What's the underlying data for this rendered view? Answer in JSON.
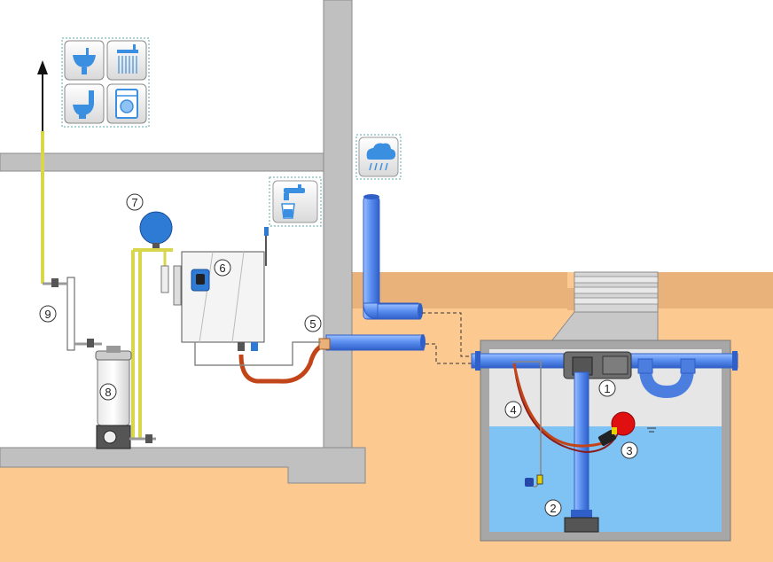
{
  "diagram": {
    "component_labels": [
      {
        "id": "reservoir-inlet-filter",
        "text": "1"
      },
      {
        "id": "suction-pipe",
        "text": "2"
      },
      {
        "id": "float-switch",
        "text": "3"
      },
      {
        "id": "suction-hose",
        "text": "4"
      },
      {
        "id": "wall-feedthrough",
        "text": "5"
      },
      {
        "id": "control-unit",
        "text": "6"
      },
      {
        "id": "expansion-vessel",
        "text": "7"
      },
      {
        "id": "filter-housing",
        "text": "8"
      },
      {
        "id": "flow-meter",
        "text": "9"
      }
    ],
    "usage_icons": [
      "sink-icon",
      "shower-icon",
      "toilet-icon",
      "washing-machine-icon"
    ],
    "supply_icons": [
      "tap-water-icon",
      "rain-cloud-icon"
    ],
    "colors": {
      "pipe_blue": "#5b8ff0",
      "water": "#7fc3f5",
      "ground": "#fcc991",
      "wall": "#c0c0c0",
      "yellow_pipe": "#d8d64a",
      "hose": "#c2451a",
      "float_ball": "#e01010",
      "vessel_blue": "#2e7bd6"
    }
  }
}
